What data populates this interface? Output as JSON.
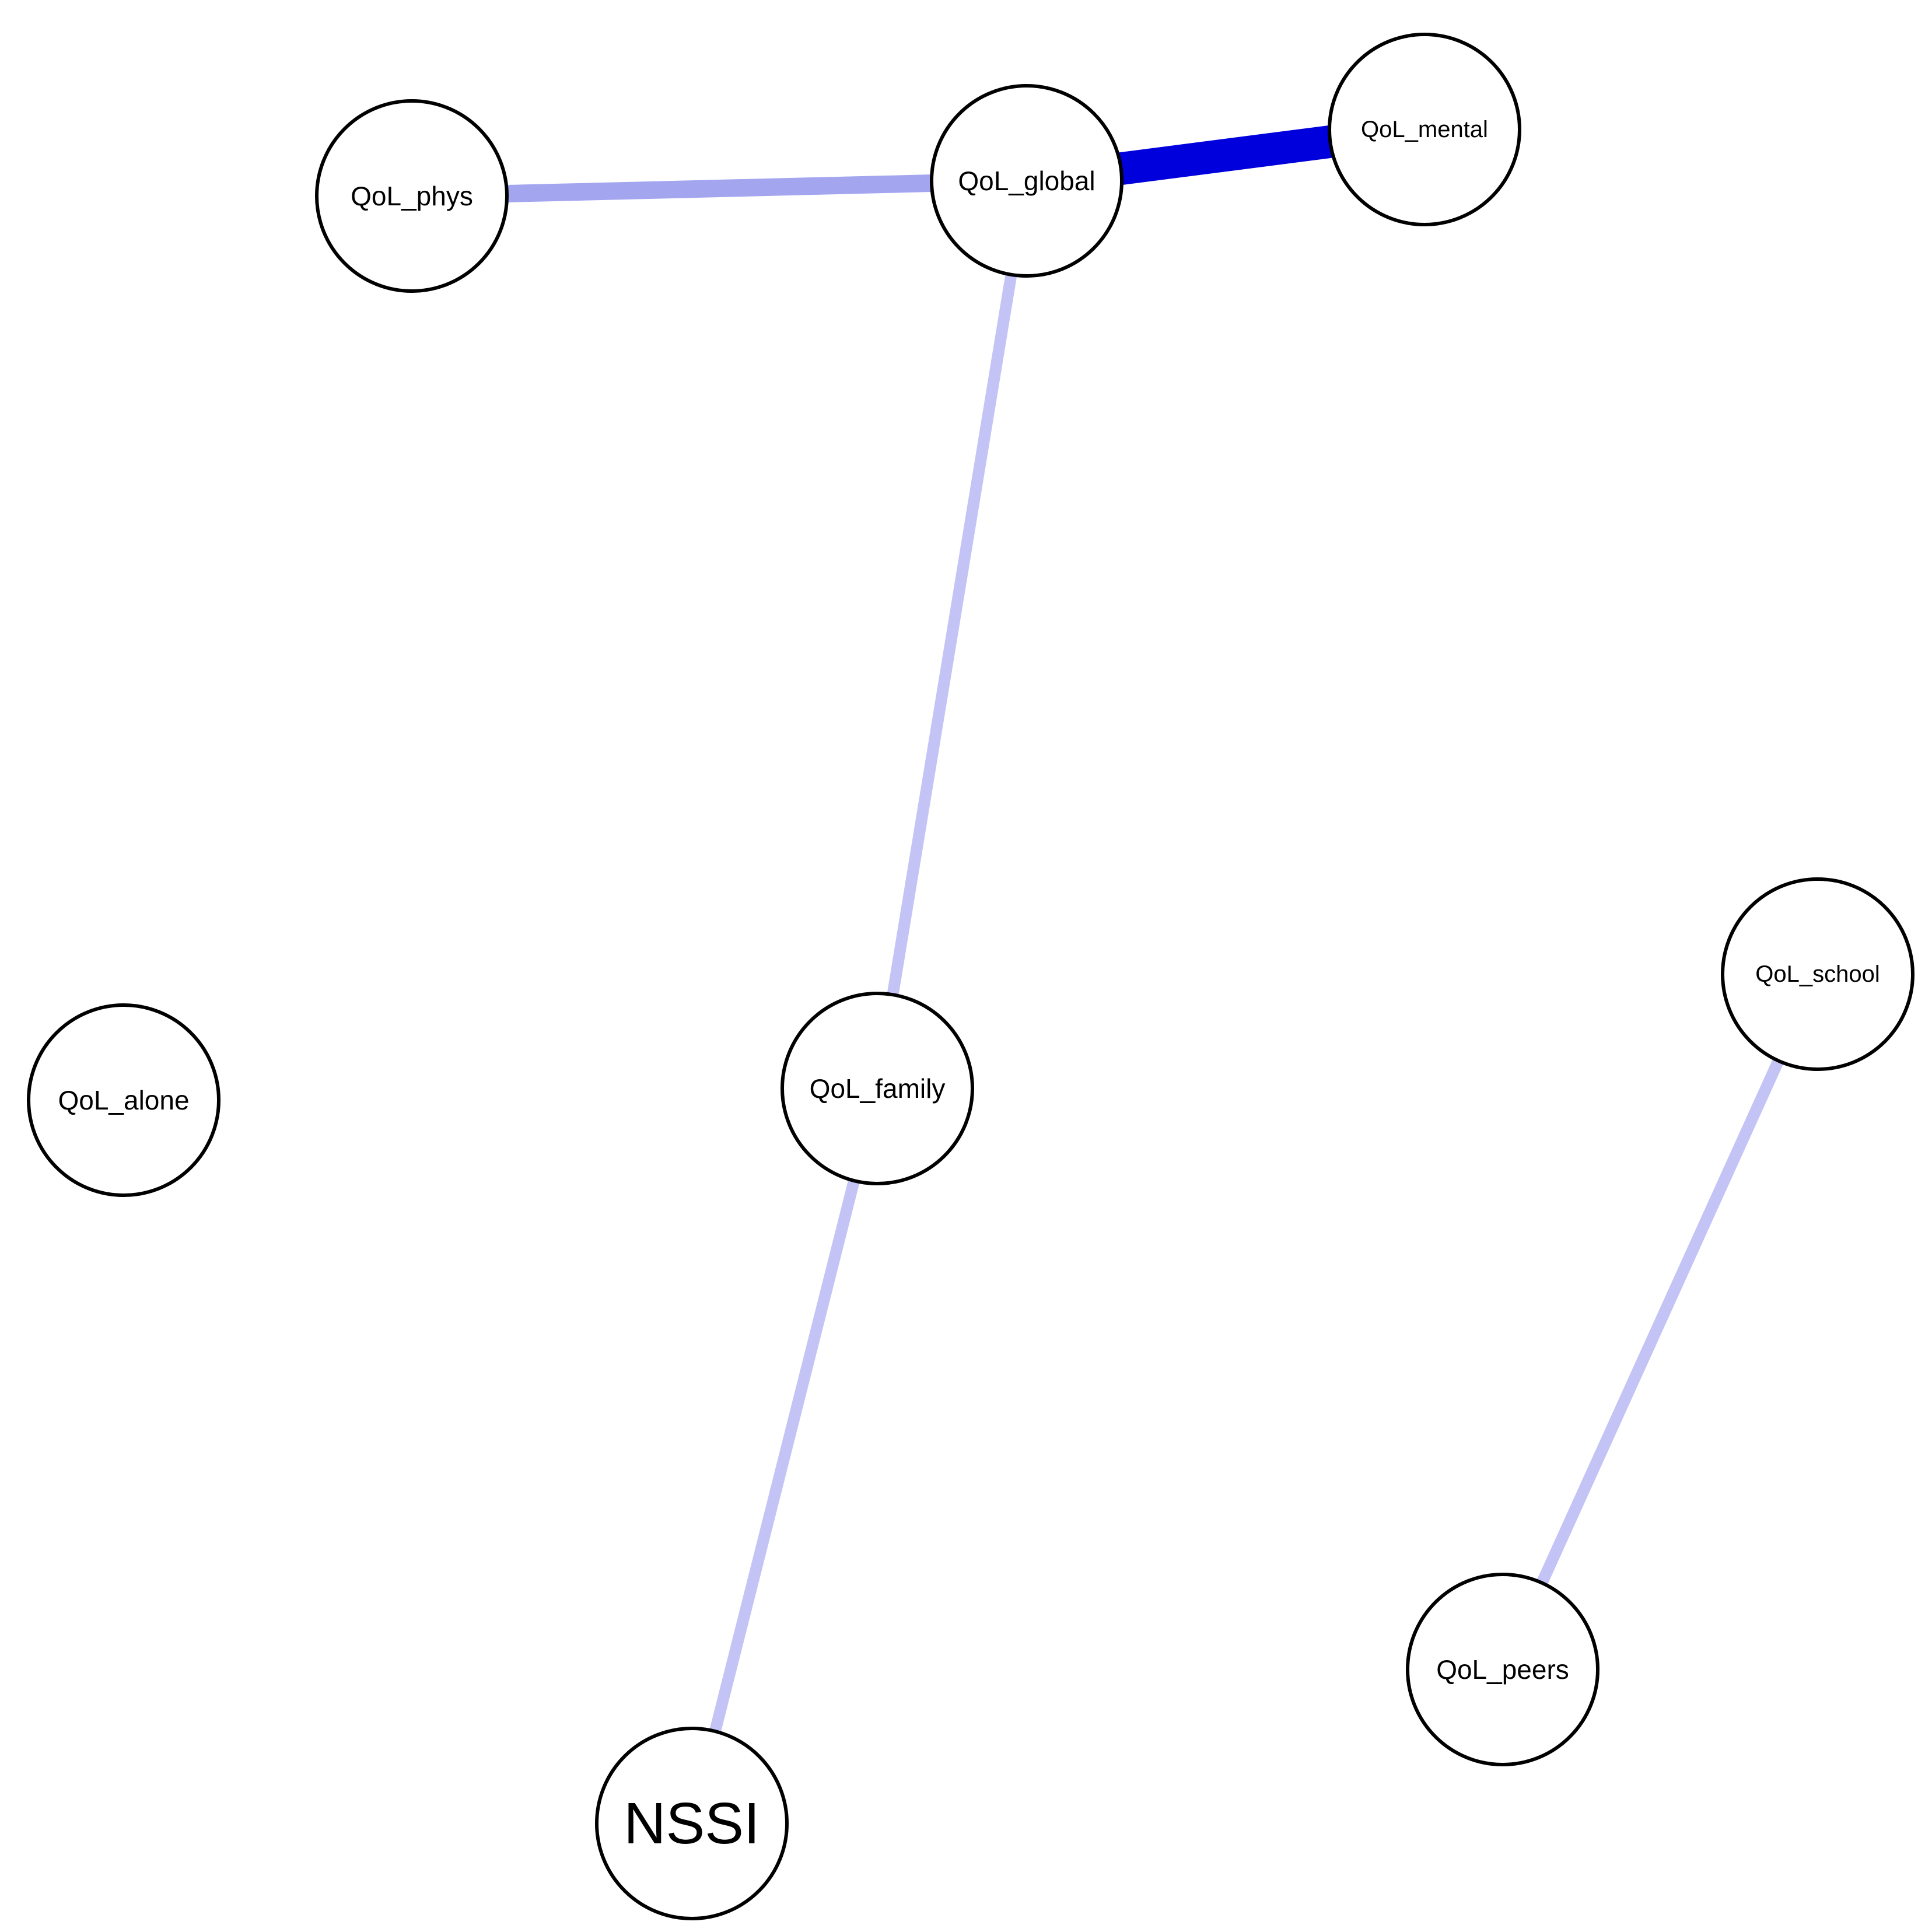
{
  "nodes": [
    {
      "id": "qol_global",
      "label": "QoL_global"
    },
    {
      "id": "qol_mental",
      "label": "QoL_mental"
    },
    {
      "id": "qol_phys",
      "label": "QoL_phys"
    },
    {
      "id": "qol_family",
      "label": "QoL_family"
    },
    {
      "id": "qol_school",
      "label": "QoL_school"
    },
    {
      "id": "qol_alone",
      "label": "QoL_alone"
    },
    {
      "id": "qol_peers",
      "label": "QoL_peers"
    },
    {
      "id": "nssi",
      "label": "NSSI"
    }
  ],
  "edges": [
    {
      "from": "qol_global",
      "to": "qol_mental",
      "color": "#0000dd"
    },
    {
      "from": "qol_phys",
      "to": "qol_global",
      "color": "#a3a5ef"
    },
    {
      "from": "qol_global",
      "to": "qol_family",
      "color": "#c3c4f5"
    },
    {
      "from": "qol_family",
      "to": "nssi",
      "color": "#c3c4f5"
    },
    {
      "from": "qol_school",
      "to": "qol_peers",
      "color": "#c3c4f5"
    }
  ]
}
